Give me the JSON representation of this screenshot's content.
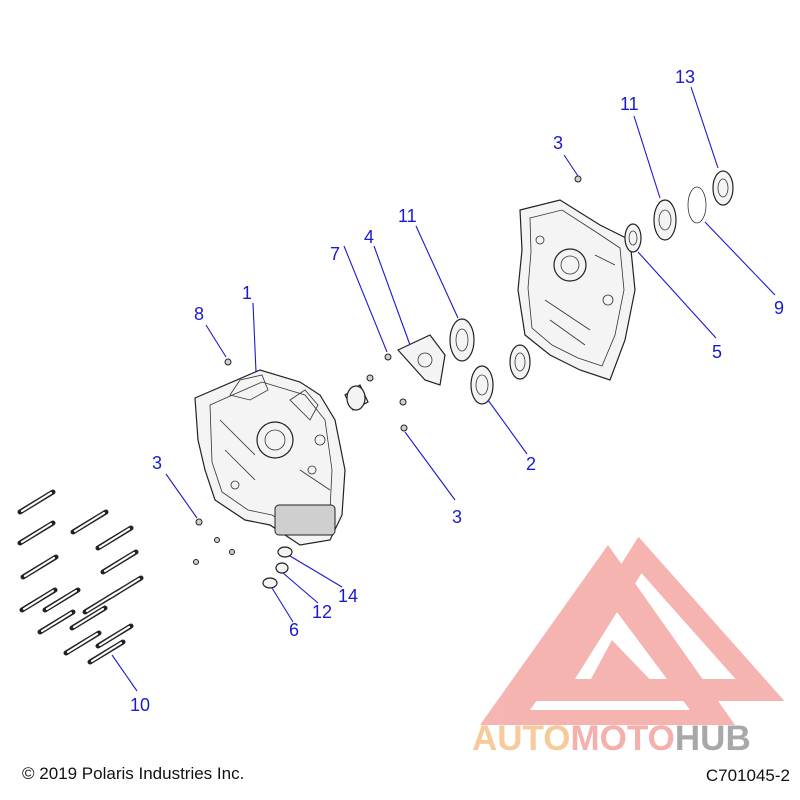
{
  "diagram": {
    "callouts": [
      "1",
      "2",
      "3",
      "3",
      "3",
      "4",
      "5",
      "6",
      "7",
      "8",
      "9",
      "10",
      "11",
      "11",
      "12",
      "13",
      "14"
    ]
  },
  "footer": {
    "copyright": "© 2019 Polaris Industries Inc.",
    "figure_code": "C701045-2"
  },
  "watermark": {
    "part1": "AUTO",
    "part2": "MOTO",
    "part3": "HUB",
    "colors": {
      "auto": "#f5c18a",
      "moto": "#f3a39e",
      "hub": "#9a9a9a",
      "logo": "#f08a8a"
    }
  },
  "colors": {
    "callout": "#1a1ad0",
    "line_art": "#222222"
  }
}
